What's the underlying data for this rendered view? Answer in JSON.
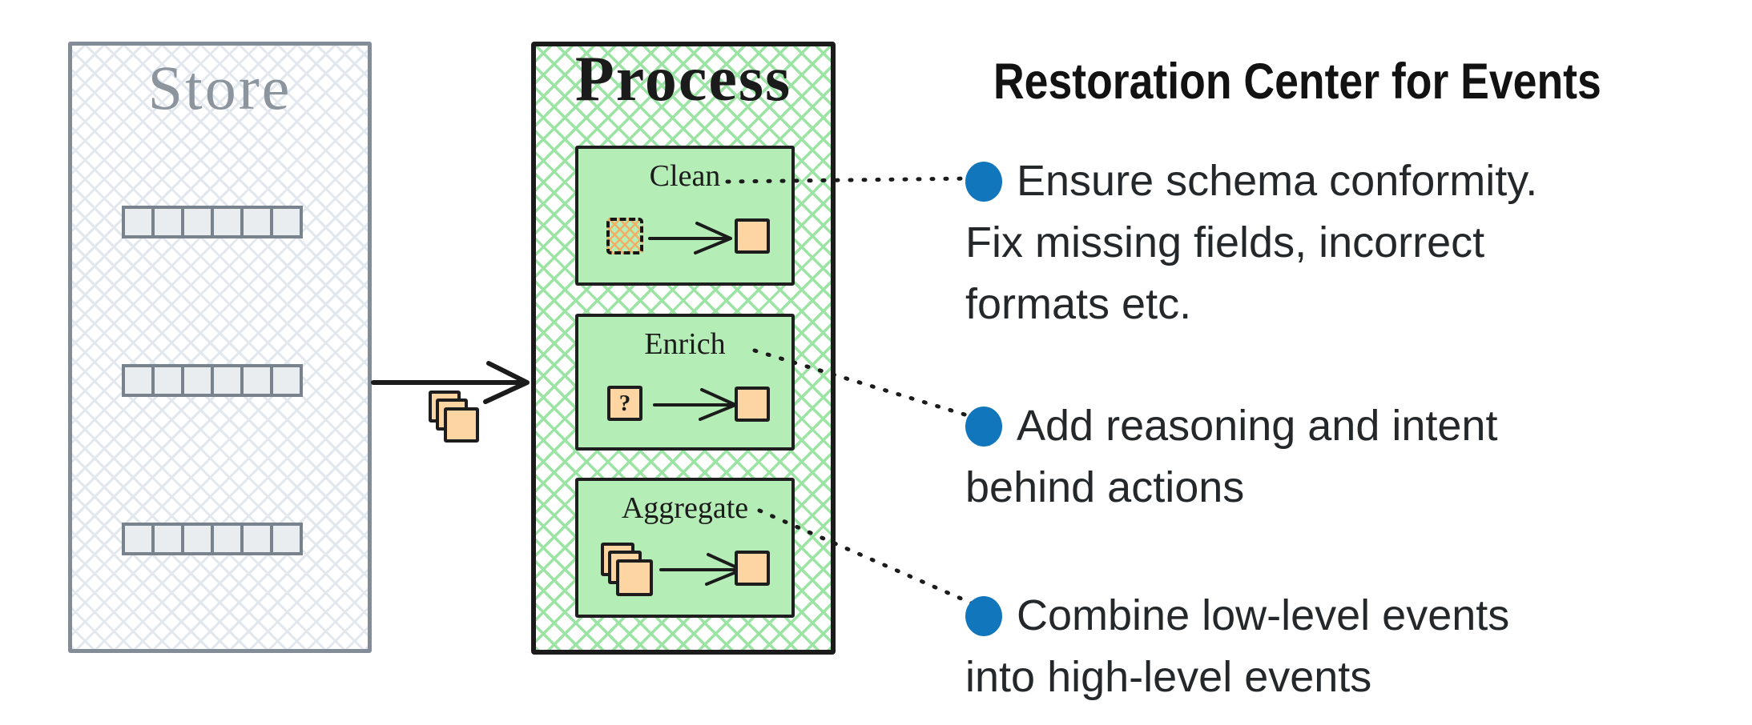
{
  "colors": {
    "accent_blue": "#1276bd",
    "process_green_fill": "#b5edb6",
    "process_green_hatch": "#9ce4a3",
    "event_orange": "#fcd5a2",
    "store_border_gray": "#828d98",
    "store_hatch_gray": "#e2e8ee",
    "ink_black": "#1b1b1b",
    "store_text_gray": "#8c959e"
  },
  "store": {
    "title": "Store",
    "shelf_rows": 3,
    "cells_per_row": 6
  },
  "process": {
    "title": "Process",
    "steps": [
      {
        "label": "Clean"
      },
      {
        "label": "Enrich",
        "glyph": "?"
      },
      {
        "label": "Aggregate"
      }
    ]
  },
  "panel": {
    "title": "Restoration Center for Events",
    "bullets": [
      {
        "lines": [
          "Ensure schema conformity.",
          "Fix missing fields, incorrect",
          "formats etc."
        ]
      },
      {
        "lines": [
          "Add reasoning and intent",
          "behind actions"
        ]
      },
      {
        "lines": [
          "Combine low-level events",
          "into high-level events"
        ]
      }
    ]
  }
}
